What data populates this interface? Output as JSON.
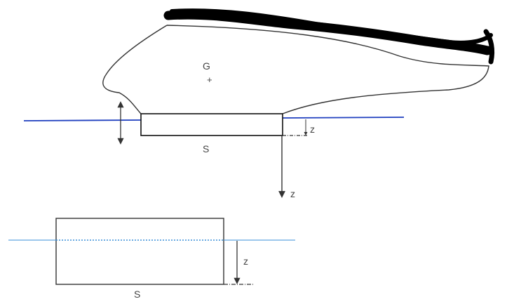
{
  "labels": {
    "center_of_gravity": "G",
    "center_marker": "+",
    "upper_section": "S",
    "upper_depth_small": "z",
    "axis_down": "z",
    "lower_depth": "z",
    "lower_section": "S"
  },
  "colors": {
    "waterline_upper": "#1f3fbf",
    "waterline_lower": "#3a8fd9",
    "stroke": "#333333",
    "text": "#444444"
  },
  "icons": {
    "heave_arrow": "double-arrow-vertical",
    "axis_arrow": "arrow-down"
  }
}
